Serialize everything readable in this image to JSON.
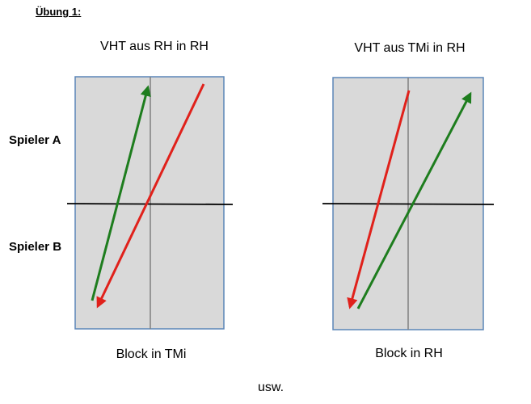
{
  "heading": "Übung 1:",
  "row_labels": {
    "top": "Spieler A",
    "bottom": "Spieler B"
  },
  "panels": [
    {
      "title": "VHT aus RH in RH",
      "caption": "Block in TMi"
    },
    {
      "title": "VHT aus TMi in RH",
      "caption": "Block in RH"
    }
  ],
  "footer": "usw.",
  "colors": {
    "panel_fill": "#d9d9d9",
    "panel_border": "#5b86b8",
    "net_line": "#000000",
    "center_line": "#808080",
    "arrow_green": "#1e7d1e",
    "arrow_red": "#e0211b"
  }
}
